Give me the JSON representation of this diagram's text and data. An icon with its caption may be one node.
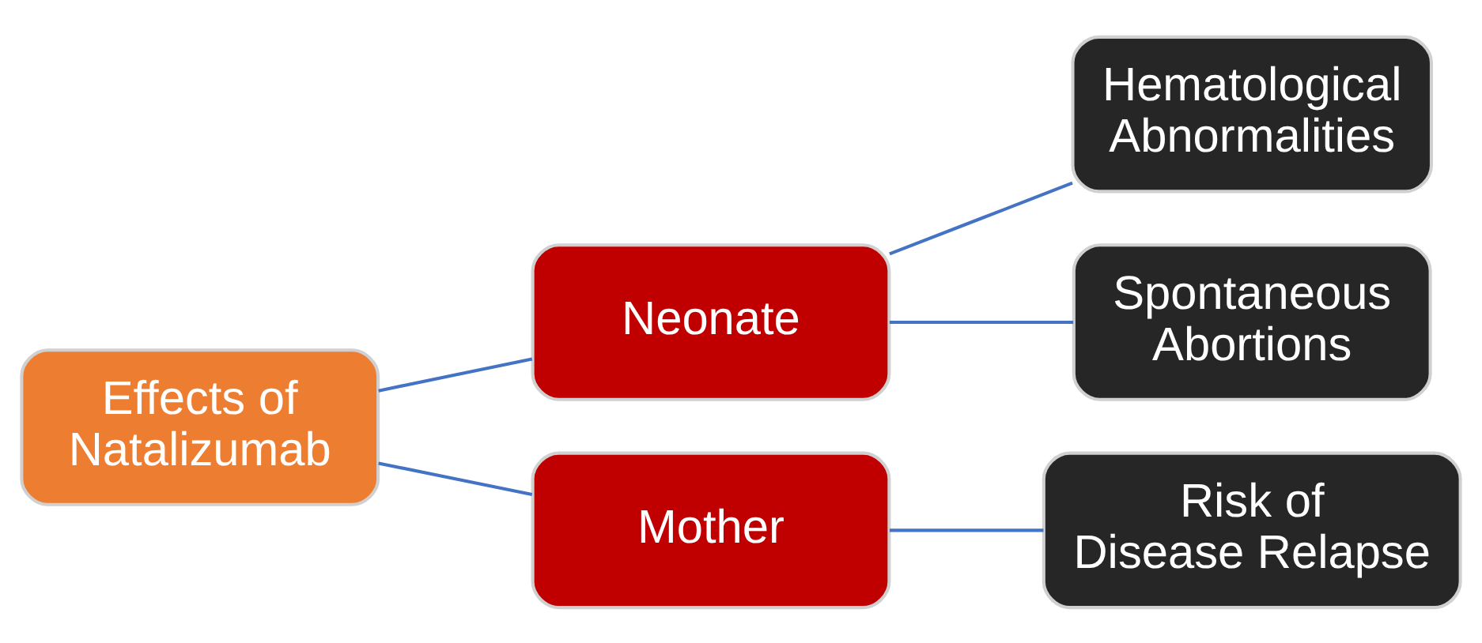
{
  "diagram": {
    "nodes": [
      {
        "text": [
          "Effects of Natalizumab"
        ]
      },
      {
        "text": [
          "Neonate"
        ]
      },
      {
        "text": [
          "Mother"
        ]
      },
      {
        "text": [
          "Hematological Abnormalities"
        ]
      },
      {
        "text": [
          "Spontaneous Abortions"
        ]
      },
      {
        "text": [
          "Risk of Disease Relapse"
        ]
      }
    ],
    "edges": [
      {
        "from": 0,
        "to": 1,
        "arrow": "none"
      },
      {
        "from": 0,
        "to": 2,
        "arrow": "none"
      },
      {
        "from": 1,
        "to": 3,
        "arrow": "none"
      },
      {
        "from": 1,
        "to": 4,
        "arrow": "none"
      },
      {
        "from": 2,
        "to": 5,
        "arrow": "none"
      }
    ]
  }
}
